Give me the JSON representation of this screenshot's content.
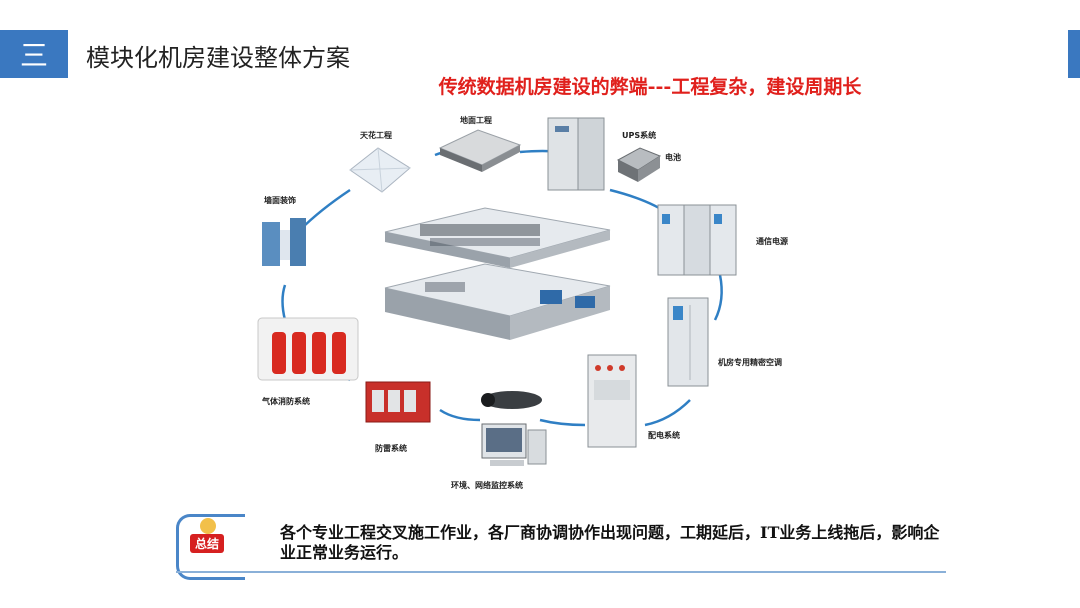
{
  "header": {
    "section_number": "三",
    "title": "模块化机房建设整体方案"
  },
  "subtitle": "传统数据机房建设的弊端---工程复杂，建设周期长",
  "diagram": {
    "labels": {
      "ceiling": "天花工程",
      "floor": "地面工程",
      "ups": "UPS系统",
      "battery": "电池",
      "wall": "墙面装饰",
      "comm_power": "通信电源",
      "precision_ac": "机房专用精密空调",
      "fire": "气体消防系统",
      "lightning": "防雷系统",
      "monitoring": "环境、网络监控系统",
      "distribution": "配电系统"
    }
  },
  "summary": {
    "badge": "总结",
    "text": "各个专业工程交叉施工作业，各厂商协调协作出现问题，工期延后，IT业务上线拖后，影响企业正常业务运行。"
  },
  "colors": {
    "accent": "#3a78c0",
    "subtitle": "#e0201c"
  }
}
